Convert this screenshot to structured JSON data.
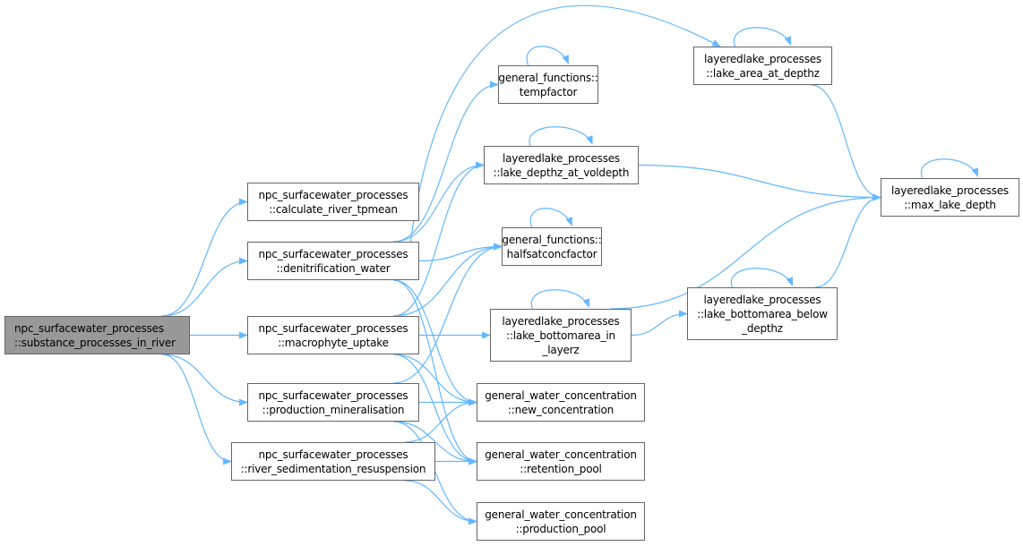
{
  "colors": {
    "edge": "#63b8ff",
    "root_fill": "#999999",
    "node_border": "#666666"
  },
  "nodes": {
    "root": {
      "line1": "npc_surfacewater_processes",
      "line2": "::substance_processes_in_river"
    },
    "calc": {
      "line1": "npc_surfacewater_processes",
      "line2": "::calculate_river_tpmean"
    },
    "denit": {
      "line1": "npc_surfacewater_processes",
      "line2": "::denitrification_water"
    },
    "macro": {
      "line1": "npc_surfacewater_processes",
      "line2": "::macrophyte_uptake"
    },
    "prodmin": {
      "line1": "npc_surfacewater_processes",
      "line2": "::production_mineralisation"
    },
    "riversed": {
      "line1": "npc_surfacewater_processes",
      "line2": "::river_sedimentation_resuspension"
    },
    "tempfactor": {
      "line1": "general_functions::",
      "line2": "tempfactor"
    },
    "depthz": {
      "line1": "layeredlake_processes",
      "line2": "::lake_depthz_at_voldepth"
    },
    "halfsat": {
      "line1": "general_functions::",
      "line2": "halfsatconcfactor"
    },
    "bottomin": {
      "line1": "layeredlake_processes",
      "line2": "::lake_bottomarea_in",
      "line3": "_layerz"
    },
    "newconc": {
      "line1": "general_water_concentration",
      "line2": "::new_concentration"
    },
    "retention": {
      "line1": "general_water_concentration",
      "line2": "::retention_pool"
    },
    "prodpool": {
      "line1": "general_water_concentration",
      "line2": "::production_pool"
    },
    "lakearea": {
      "line1": "layeredlake_processes",
      "line2": "::lake_area_at_depthz"
    },
    "maxdepth": {
      "line1": "layeredlake_processes",
      "line2": "::max_lake_depth"
    },
    "bottombelow": {
      "line1": "layeredlake_processes",
      "line2": "::lake_bottomarea_below",
      "line3": "_depthz"
    }
  },
  "edges": [
    [
      "root",
      "calc"
    ],
    [
      "root",
      "denit"
    ],
    [
      "root",
      "macro"
    ],
    [
      "root",
      "prodmin"
    ],
    [
      "root",
      "riversed"
    ],
    [
      "denit",
      "lakearea"
    ],
    [
      "denit",
      "tempfactor"
    ],
    [
      "denit",
      "depthz"
    ],
    [
      "denit",
      "halfsat"
    ],
    [
      "denit",
      "newconc"
    ],
    [
      "denit",
      "retention"
    ],
    [
      "macro",
      "depthz"
    ],
    [
      "macro",
      "halfsat"
    ],
    [
      "macro",
      "bottomin"
    ],
    [
      "macro",
      "newconc"
    ],
    [
      "macro",
      "retention"
    ],
    [
      "prodmin",
      "halfsat"
    ],
    [
      "prodmin",
      "newconc"
    ],
    [
      "prodmin",
      "retention"
    ],
    [
      "prodmin",
      "prodpool"
    ],
    [
      "riversed",
      "newconc"
    ],
    [
      "riversed",
      "retention"
    ],
    [
      "riversed",
      "prodpool"
    ],
    [
      "lakearea",
      "maxdepth"
    ],
    [
      "depthz",
      "maxdepth"
    ],
    [
      "bottomin",
      "maxdepth"
    ],
    [
      "bottomin",
      "bottombelow"
    ],
    [
      "bottombelow",
      "maxdepth"
    ]
  ],
  "self_loops": [
    "tempfactor",
    "depthz",
    "halfsat",
    "bottomin",
    "lakearea",
    "maxdepth",
    "bottombelow"
  ]
}
